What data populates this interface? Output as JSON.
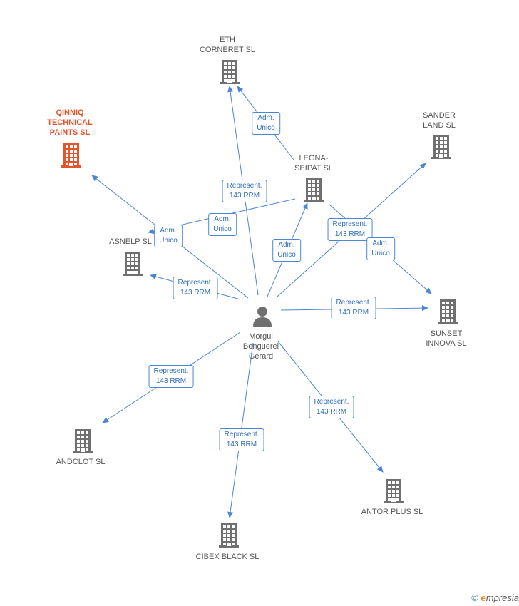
{
  "colors": {
    "edge": "#4a86d4",
    "building": "#707070",
    "building_highlight": "#e8532a",
    "person": "#707070"
  },
  "nodes": [
    {
      "id": "qinniq",
      "label": "QINNIQ\nTECHNICAL\nPAINTS SL",
      "type": "building",
      "highlight": true
    },
    {
      "id": "eth",
      "label": "ETH\nCORNERET SL",
      "type": "building"
    },
    {
      "id": "sander",
      "label": "SANDER\nLAND SL",
      "type": "building"
    },
    {
      "id": "legna",
      "label": "LEGNA-\nSEIPAT SL",
      "type": "building"
    },
    {
      "id": "asnelp",
      "label": "ASNELP SL",
      "type": "building"
    },
    {
      "id": "sunset",
      "label": "SUNSET\nINNOVA SL",
      "type": "building"
    },
    {
      "id": "person",
      "label": "Morgui\nBenguerel\nGerard",
      "type": "person"
    },
    {
      "id": "andclot",
      "label": "ANDCLOT SL",
      "type": "building"
    },
    {
      "id": "antor",
      "label": "ANTOR PLUS SL",
      "type": "building"
    },
    {
      "id": "cibex",
      "label": "CIBEX BLACK SL",
      "type": "building"
    }
  ],
  "edges": [
    {
      "id": "legna-eth",
      "label": "Adm.\nUnico"
    },
    {
      "id": "person-eth",
      "label": "Represent.\n143 RRM"
    },
    {
      "id": "person-qinniq",
      "label": "Adm.\nUnico"
    },
    {
      "id": "legna-asnelp",
      "label": "Adm.\nUnico"
    },
    {
      "id": "person-asnelp",
      "label": "Represent.\n143 RRM"
    },
    {
      "id": "person-legna",
      "label": "Adm.\nUnico"
    },
    {
      "id": "person-sander",
      "label": "Represent.\n143 RRM"
    },
    {
      "id": "legna-sunset",
      "label": "Adm.\nUnico"
    },
    {
      "id": "person-sunset",
      "label": "Represent.\n143 RRM"
    },
    {
      "id": "person-andclot",
      "label": "Represent.\n143 RRM"
    },
    {
      "id": "person-cibex",
      "label": "Represent.\n143 RRM"
    },
    {
      "id": "person-antor",
      "label": "Represent.\n143 RRM"
    }
  ],
  "footer": {
    "copyright": "©",
    "brand_initial": "e",
    "brand_rest": "mpresia"
  }
}
